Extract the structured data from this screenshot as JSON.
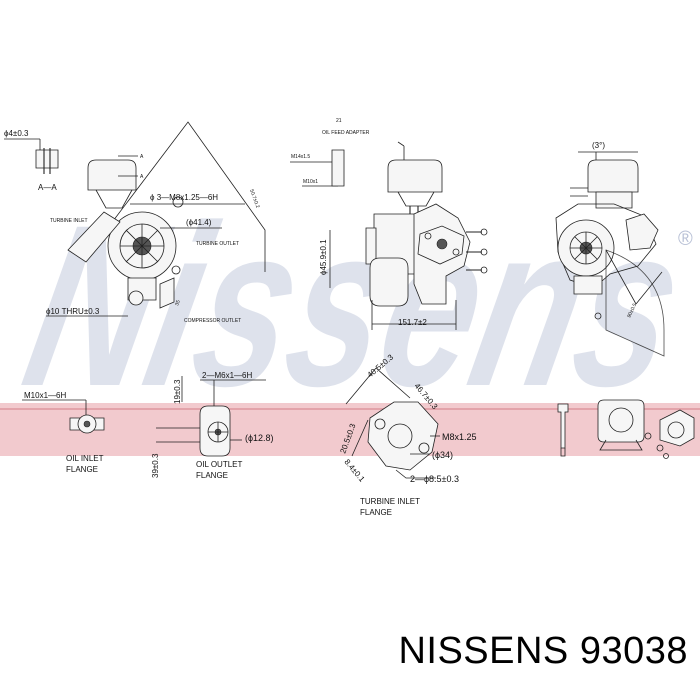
{
  "watermark": {
    "text": "Nissens",
    "registered": "®",
    "band_color": "#e8a0a6",
    "text_color": "#b9c1d6"
  },
  "labels": {
    "phi4": "ϕ4±0.3",
    "section": "A—A",
    "a_upper": "A",
    "a_lower": "A",
    "m8_3": "ϕ 3—M8x1.25—6H",
    "d41_4": "(ϕ41.4)",
    "d50": "50.7±0.2",
    "turbine_inlet_small": "TURBINE INLET",
    "turbine_outlet_small": "TURBINE OUTLET",
    "thru10": "ϕ10 THRU±0.3",
    "d35": "35",
    "comp_outlet": "COMPRESSOR OUTLET",
    "oil_feed": "OIL FEED ADAPTER",
    "oil_feed_num": "21",
    "m14": "M14x1.5",
    "m10_side": "M10x1",
    "d45_9": "ϕ45.9±0.1",
    "d151_7": "151.7±2",
    "view3": "(3°)",
    "d90": "90±0.5",
    "m10_6h": "M10x1—6H",
    "oil_inlet": "OIL INLET",
    "flange_1": "FLANGE",
    "m6_2": "2—M6x1—6H",
    "d19": "19±0.3",
    "d12_8": "(ϕ12.8)",
    "d39": "39±0.3",
    "oil_outlet": "OIL OUTLET",
    "flange_2": "FLANGE",
    "d40_5": "40.5±0.3",
    "d46_7": "46.7±0.3",
    "m8_125": "M8x1.25",
    "d20_5": "20.5±0.3",
    "d34": "(ϕ34)",
    "d8_4": "8.4±0.1",
    "d8_5": "2—ϕ8.5±0.3",
    "turbine_inlet": "TURBINE INLET",
    "flange_3": "FLANGE"
  },
  "footer": {
    "brand": "NISSENS",
    "part_number": "93038"
  }
}
